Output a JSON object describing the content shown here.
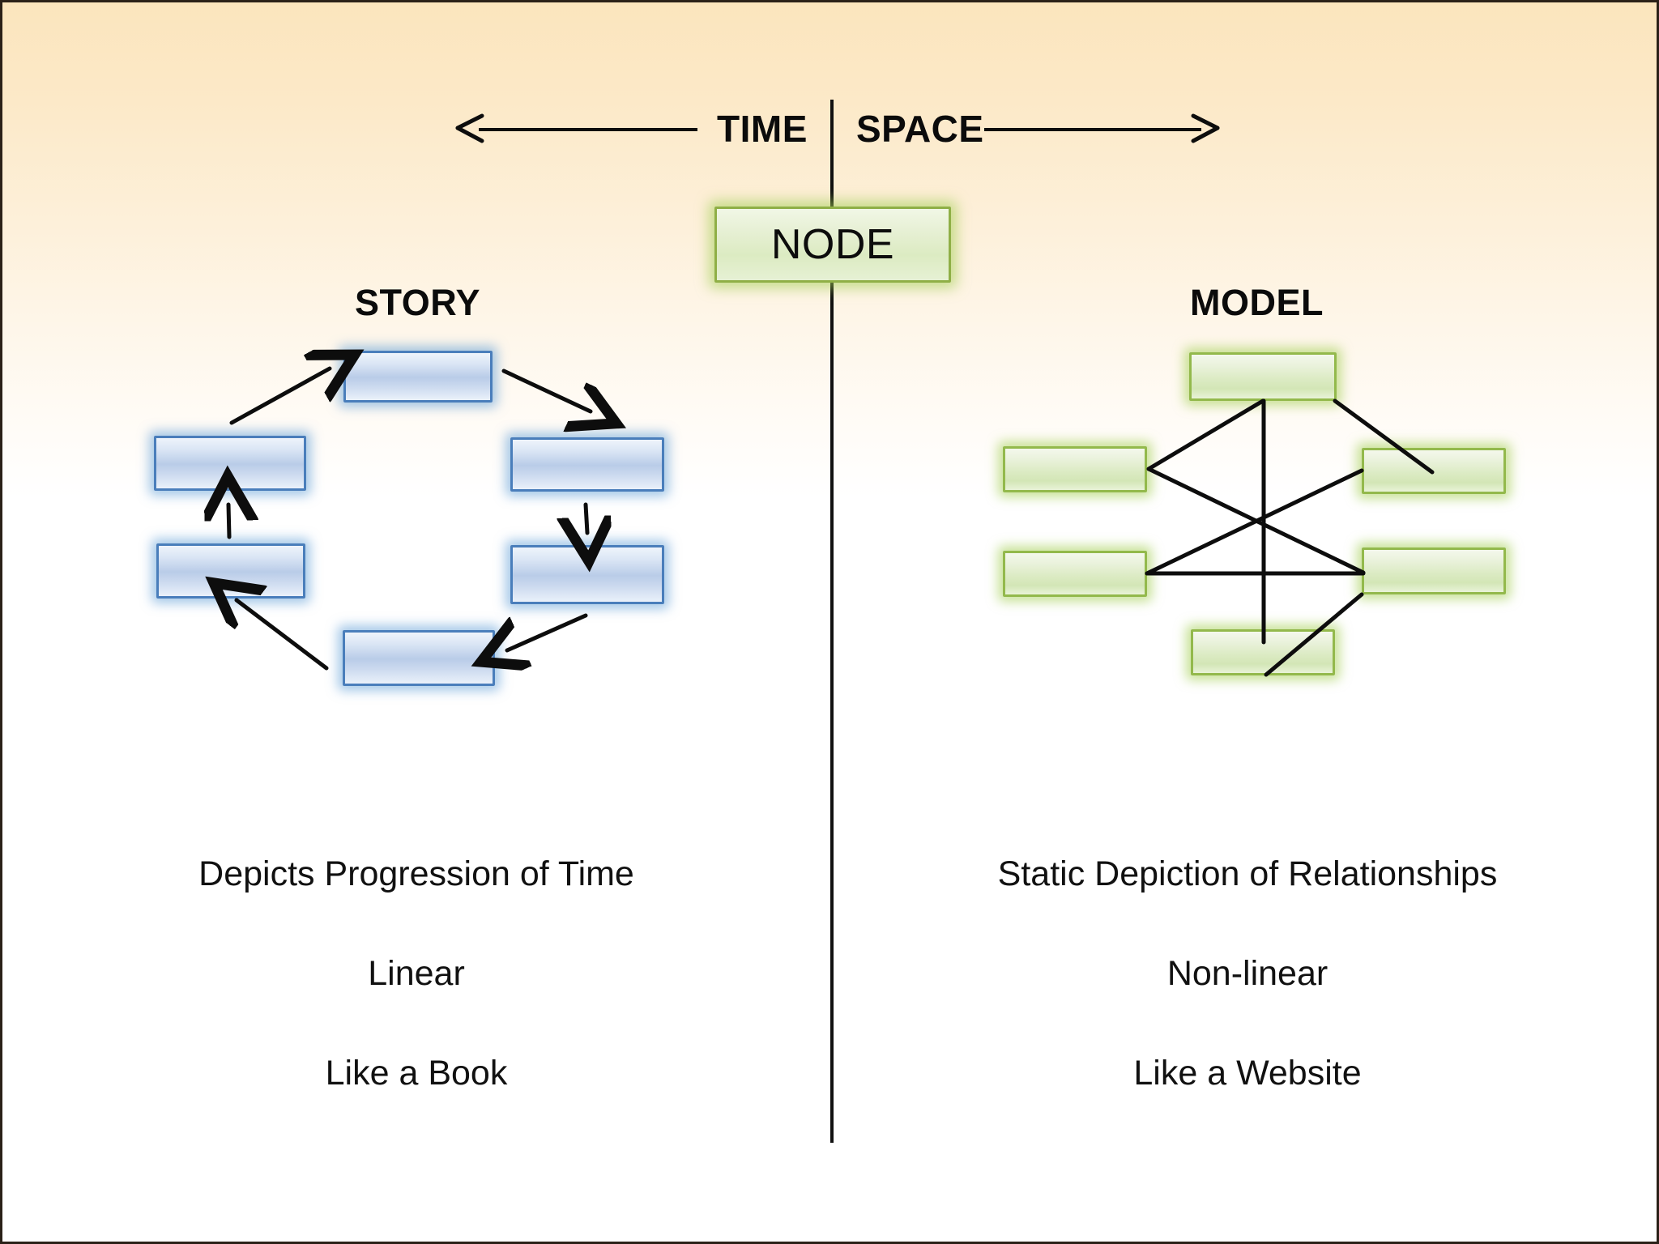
{
  "header": {
    "time_label": "TIME",
    "space_label": "SPACE",
    "time_arrow_icon": "arrow-left-icon",
    "space_arrow_icon": "arrow-right-icon"
  },
  "node": {
    "label": "NODE"
  },
  "story": {
    "title": "STORY",
    "captions": [
      "Depicts Progression of Time",
      "Linear",
      "Like a Book"
    ],
    "node_count": 6,
    "arrow_count": 6,
    "accent_color": "#4a7ebb",
    "glow_color": "#5b9bd5"
  },
  "model": {
    "title": "MODEL",
    "captions": [
      "Static Depiction of Relationships",
      "Non-linear",
      "Like a Website"
    ],
    "node_count": 6,
    "edge_count": 7,
    "accent_color": "#93b94c",
    "glow_color": "#a4ce54"
  },
  "canvas": {
    "background_top_color": "#fbe5bd",
    "background_bottom_color": "#ffffff",
    "divider_color": "#111111",
    "border_color": "#2b2118"
  }
}
